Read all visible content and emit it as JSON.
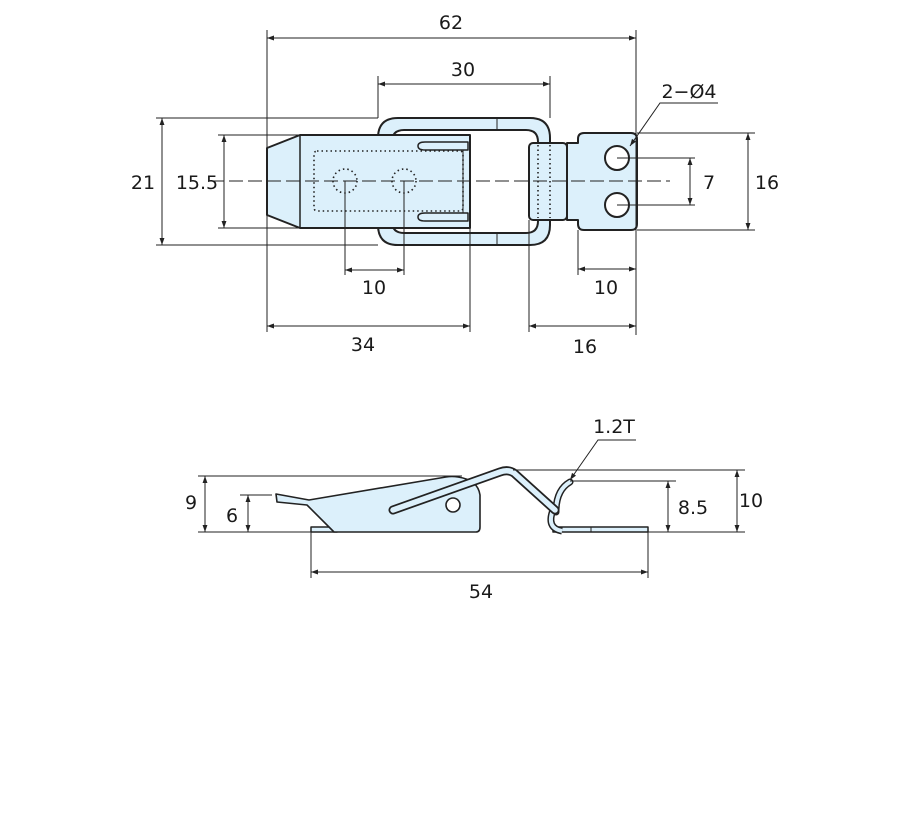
{
  "top_view": {
    "dims": {
      "overall_length": "62",
      "loop_width": "30",
      "height_21": "21",
      "height_15_5": "15.5",
      "hole_pitch_left": "10",
      "length_34": "34",
      "plate_length": "16",
      "plate_hole_offset": "10",
      "hole_pitch_vertical": "7",
      "plate_height": "16",
      "hole_callout": "2−Ø4"
    }
  },
  "side_view": {
    "dims": {
      "height_9": "9",
      "height_6": "6",
      "height_8_5": "8.5",
      "height_10": "10",
      "base_length": "54",
      "thickness": "1.2T"
    }
  },
  "colors": {
    "part_fill": "#dcf0fb",
    "line": "#222222"
  }
}
